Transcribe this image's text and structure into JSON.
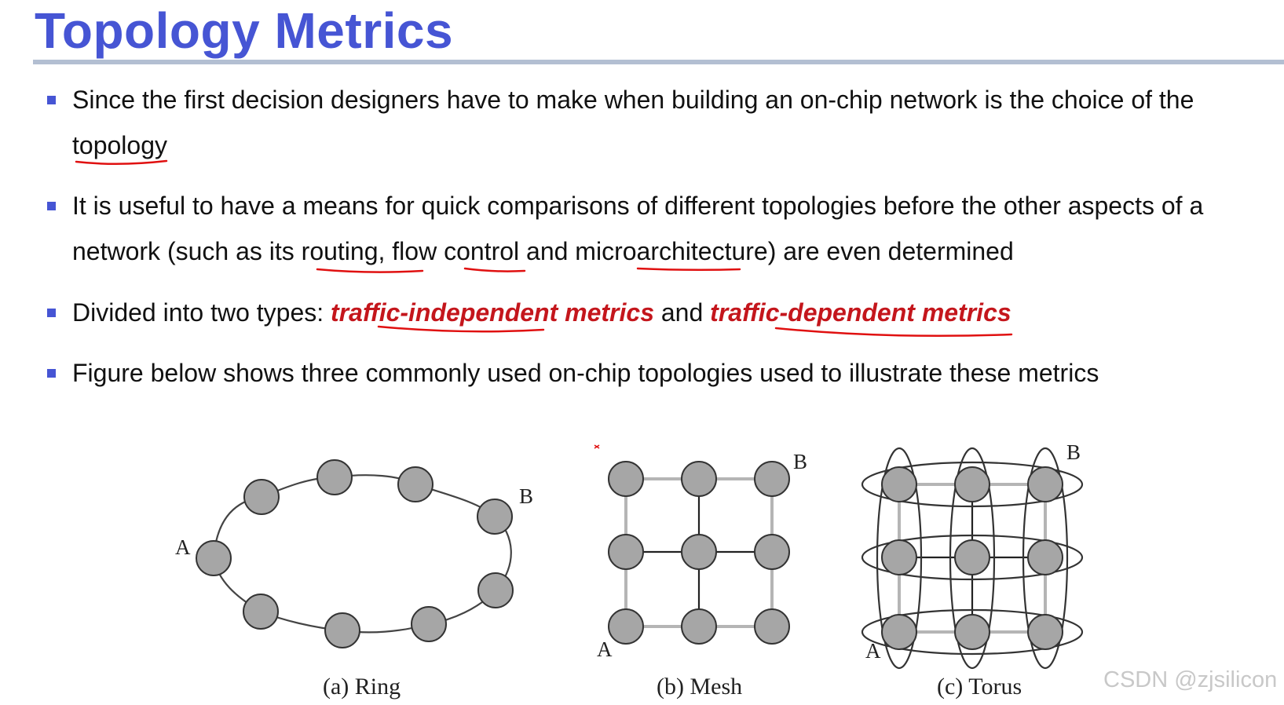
{
  "slide": {
    "title": "Topology Metrics",
    "bullets": [
      {
        "line1": "Since the first decision designers have to make when building an on-chip network is the choice of the",
        "line2": "topology"
      },
      {
        "line1": "It is useful to have a means for quick comparisons of different topologies before the other aspects of a",
        "line2": "network (such as its routing, flow control and microarchitecture) are even determined"
      },
      {
        "prefix": "Divided into two types: ",
        "em1": "traffic-independent metrics",
        "mid": " and ",
        "em2": "traffic-dependent metrics"
      },
      {
        "line1": "Figure below shows three commonly used on-chip topologies used to illustrate these metrics"
      }
    ]
  },
  "figure": {
    "ring": {
      "caption": "(a) Ring",
      "label_a": "A",
      "label_b": "B"
    },
    "mesh": {
      "caption": "(b) Mesh",
      "label_a": "A",
      "label_b": "B"
    },
    "torus": {
      "caption": "(c) Torus",
      "label_a": "A",
      "label_b": "B"
    }
  },
  "watermark": "CSDN @zjsilicon",
  "colors": {
    "title": "#4655d4",
    "emphasis": "#c4161c",
    "annotation": "#e01010",
    "node_fill": "#a6a6a6"
  }
}
